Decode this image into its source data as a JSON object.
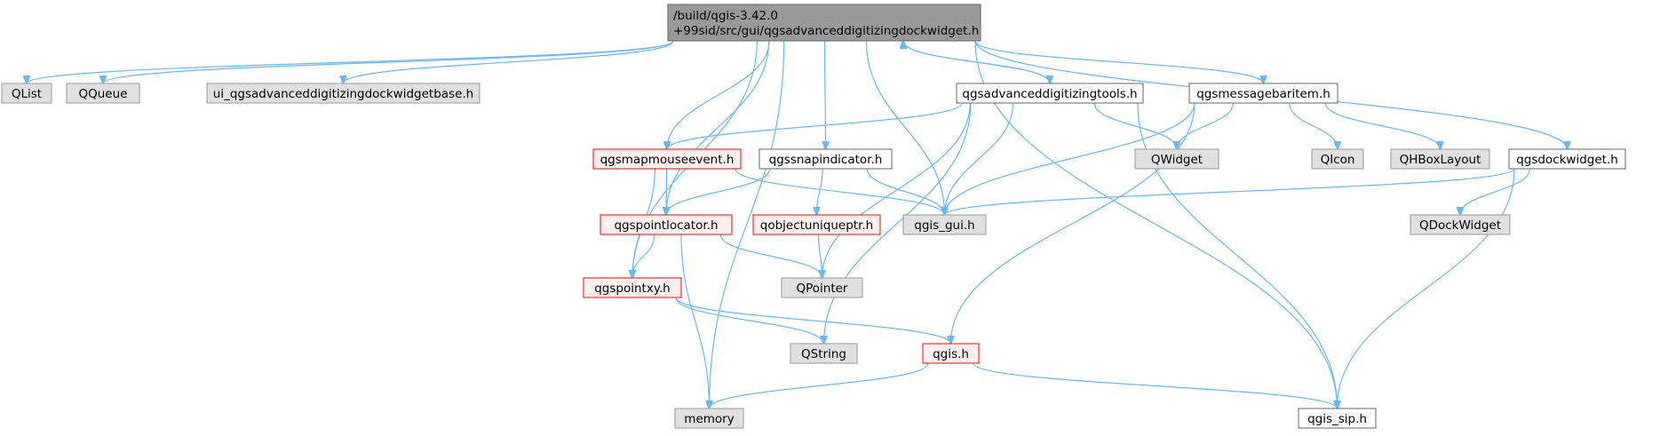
{
  "colors": {
    "edge": "#63b8ff",
    "root_fill": "#999999",
    "root_stroke": "#666666",
    "gray_fill": "#e0e0e0",
    "gray_stroke": "#999999",
    "white_fill": "#ffffff",
    "white_stroke": "#666666",
    "red_fill": "#fff0f0",
    "red_stroke": "#ff0000"
  },
  "nodes": [
    {
      "id": "root",
      "lines": [
        "/build/qgis-3.42.0",
        "+99sid/src/gui/qgsadvanceddigitizingdockwidget.h"
      ],
      "style": "root"
    },
    {
      "id": "qlist",
      "lines": [
        "QList"
      ],
      "style": "gray"
    },
    {
      "id": "qqueue",
      "lines": [
        "QQueue"
      ],
      "style": "gray"
    },
    {
      "id": "uibase",
      "lines": [
        "ui_qgsadvanceddigitizingdockwidgetbase.h"
      ],
      "style": "gray"
    },
    {
      "id": "tools",
      "lines": [
        "qgsadvanceddigitizingtools.h"
      ],
      "style": "white"
    },
    {
      "id": "msgitem",
      "lines": [
        "qgsmessagebaritem.h"
      ],
      "style": "white"
    },
    {
      "id": "mapmouse",
      "lines": [
        "qgsmapmouseevent.h"
      ],
      "style": "red"
    },
    {
      "id": "snapind",
      "lines": [
        "qgssnapindicator.h"
      ],
      "style": "white"
    },
    {
      "id": "qwidget",
      "lines": [
        "QWidget"
      ],
      "style": "gray"
    },
    {
      "id": "qicon",
      "lines": [
        "QIcon"
      ],
      "style": "gray"
    },
    {
      "id": "qhbox",
      "lines": [
        "QHBoxLayout"
      ],
      "style": "gray"
    },
    {
      "id": "dockw",
      "lines": [
        "qgsdockwidget.h"
      ],
      "style": "white"
    },
    {
      "id": "pointloc",
      "lines": [
        "qgspointlocator.h"
      ],
      "style": "red"
    },
    {
      "id": "uniqueptr",
      "lines": [
        "qobjectuniqueptr.h"
      ],
      "style": "red"
    },
    {
      "id": "gui",
      "lines": [
        "qgis_gui.h"
      ],
      "style": "gray"
    },
    {
      "id": "qdock",
      "lines": [
        "QDockWidget"
      ],
      "style": "gray"
    },
    {
      "id": "pointxy",
      "lines": [
        "qgspointxy.h"
      ],
      "style": "red"
    },
    {
      "id": "qpointer",
      "lines": [
        "QPointer"
      ],
      "style": "gray"
    },
    {
      "id": "qstring",
      "lines": [
        "QString"
      ],
      "style": "gray"
    },
    {
      "id": "qgis",
      "lines": [
        "qgis.h"
      ],
      "style": "red"
    },
    {
      "id": "memory",
      "lines": [
        "memory"
      ],
      "style": "gray"
    },
    {
      "id": "sip",
      "lines": [
        "qgis_sip.h"
      ],
      "style": "white"
    }
  ],
  "edges": [
    {
      "from": "root",
      "to": "qlist"
    },
    {
      "from": "root",
      "to": "qqueue"
    },
    {
      "from": "root",
      "to": "uibase"
    },
    {
      "from": "root",
      "to": "tools"
    },
    {
      "from": "root",
      "to": "msgitem"
    },
    {
      "from": "root",
      "to": "mapmouse"
    },
    {
      "from": "root",
      "to": "snapind"
    },
    {
      "from": "root",
      "to": "gui"
    },
    {
      "from": "root",
      "to": "dockw"
    },
    {
      "from": "root",
      "to": "pointloc"
    },
    {
      "from": "root",
      "to": "pointxy"
    },
    {
      "from": "root",
      "to": "memory"
    },
    {
      "from": "root",
      "to": "sip"
    },
    {
      "from": "tools",
      "to": "root"
    },
    {
      "from": "tools",
      "to": "mapmouse"
    },
    {
      "from": "tools",
      "to": "qwidget"
    },
    {
      "from": "tools",
      "to": "gui"
    },
    {
      "from": "tools",
      "to": "qpointer"
    },
    {
      "from": "tools",
      "to": "qstring"
    },
    {
      "from": "tools",
      "to": "sip"
    },
    {
      "from": "msgitem",
      "to": "qwidget"
    },
    {
      "from": "msgitem",
      "to": "qicon"
    },
    {
      "from": "msgitem",
      "to": "qhbox"
    },
    {
      "from": "msgitem",
      "to": "gui"
    },
    {
      "from": "msgitem",
      "to": "qgis"
    },
    {
      "from": "mapmouse",
      "to": "pointloc"
    },
    {
      "from": "mapmouse",
      "to": "gui"
    },
    {
      "from": "mapmouse",
      "to": "pointxy"
    },
    {
      "from": "snapind",
      "to": "pointloc"
    },
    {
      "from": "snapind",
      "to": "uniqueptr"
    },
    {
      "from": "snapind",
      "to": "gui"
    },
    {
      "from": "dockw",
      "to": "gui"
    },
    {
      "from": "dockw",
      "to": "qdock"
    },
    {
      "from": "dockw",
      "to": "sip"
    },
    {
      "from": "pointloc",
      "to": "pointxy"
    },
    {
      "from": "pointloc",
      "to": "qpointer"
    },
    {
      "from": "pointloc",
      "to": "memory"
    },
    {
      "from": "uniqueptr",
      "to": "qpointer"
    },
    {
      "from": "pointxy",
      "to": "qstring"
    },
    {
      "from": "pointxy",
      "to": "qgis"
    },
    {
      "from": "qgis",
      "to": "memory"
    },
    {
      "from": "qgis",
      "to": "sip"
    }
  ]
}
